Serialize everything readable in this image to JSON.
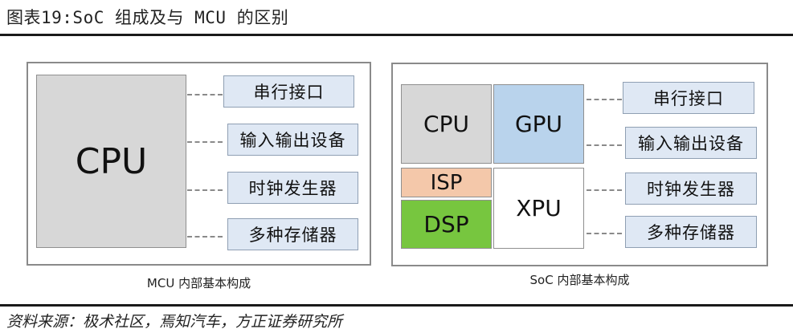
{
  "figure": {
    "title": "图表19:SoC 组成及与 MCU 的区别",
    "source": "资料来源：极术社区，焉知汽车，方正证券研究所"
  },
  "mcu": {
    "caption": "MCU 内部基本构成",
    "cpu_label": "CPU",
    "interfaces": [
      "串行接口",
      "输入输出设备",
      "时钟发生器",
      "多种存储器"
    ]
  },
  "soc": {
    "caption": "SoC 内部基本构成",
    "blocks": {
      "cpu": "CPU",
      "gpu": "GPU",
      "isp": "ISP",
      "dsp": "DSP",
      "xpu": "XPU"
    },
    "interfaces": [
      "串行接口",
      "输入输出设备",
      "时钟发生器",
      "多种存储器"
    ]
  },
  "colors": {
    "cpu_fill": "#d7d7d7",
    "gpu_fill": "#b9d3ec",
    "isp_fill": "#f4c8aa",
    "dsp_fill": "#77c63f",
    "xpu_fill": "#ffffff",
    "interface_fill": "#dfe8f4"
  }
}
